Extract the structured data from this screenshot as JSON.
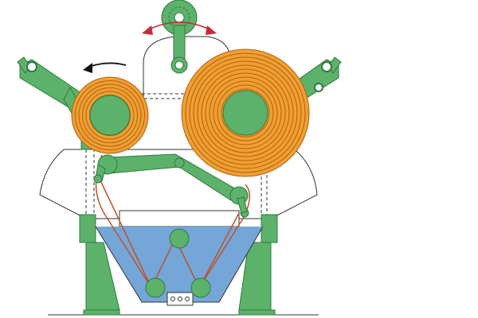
{
  "diagram": {
    "colors": {
      "background": "#ffffff",
      "machine_green": "#5cb26b",
      "machine_green_dark": "#2f7a3c",
      "fabric_orange": "#f0a030",
      "fabric_orange_dark": "#b0601a",
      "dye_liquor_blue": "#74a6d8",
      "arrow_red": "#c8283a",
      "outline": "#333333",
      "fabric_path": "#c0502a"
    },
    "icons": {
      "rotation_arrow": "curved-arrow-left-icon",
      "oscillation_arrows": "double-red-arrow-icon"
    },
    "components": [
      "top-oscillating-arm",
      "left-fabric-roll",
      "right-fabric-roll",
      "left-roll-bracket",
      "right-roll-bracket",
      "upper-roller-arm",
      "dye-trough",
      "left-frame-leg",
      "right-frame-leg",
      "machine-hood"
    ]
  }
}
